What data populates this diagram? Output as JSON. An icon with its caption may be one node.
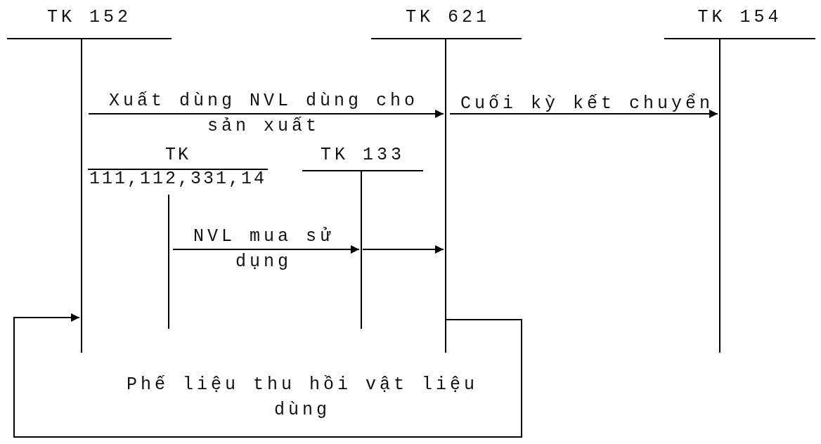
{
  "diagram": {
    "nodes": [
      {
        "text": [
          "TK 152"
        ]
      },
      {
        "text": [
          "TK 621"
        ]
      },
      {
        "text": [
          "TK 154"
        ]
      },
      {
        "text": [
          "TK 111,112,331,14"
        ]
      },
      {
        "text": [
          "TK 133"
        ]
      }
    ],
    "edges": [
      {
        "from": 0,
        "to": 1,
        "arrow": "to",
        "label": "Xuất dùng NVL dùng cho sản xuất"
      },
      {
        "from": 1,
        "to": 2,
        "arrow": "to",
        "label": "Cuối kỳ kết chuyển"
      },
      {
        "from": 3,
        "to": 4,
        "arrow": "to",
        "label": "NVL mua sử dụng"
      },
      {
        "from": 4,
        "to": 1,
        "arrow": "to"
      },
      {
        "from": 1,
        "to": 0,
        "arrow": "to",
        "label": "Phế liệu thu hồi vật liệu dùng"
      }
    ]
  }
}
